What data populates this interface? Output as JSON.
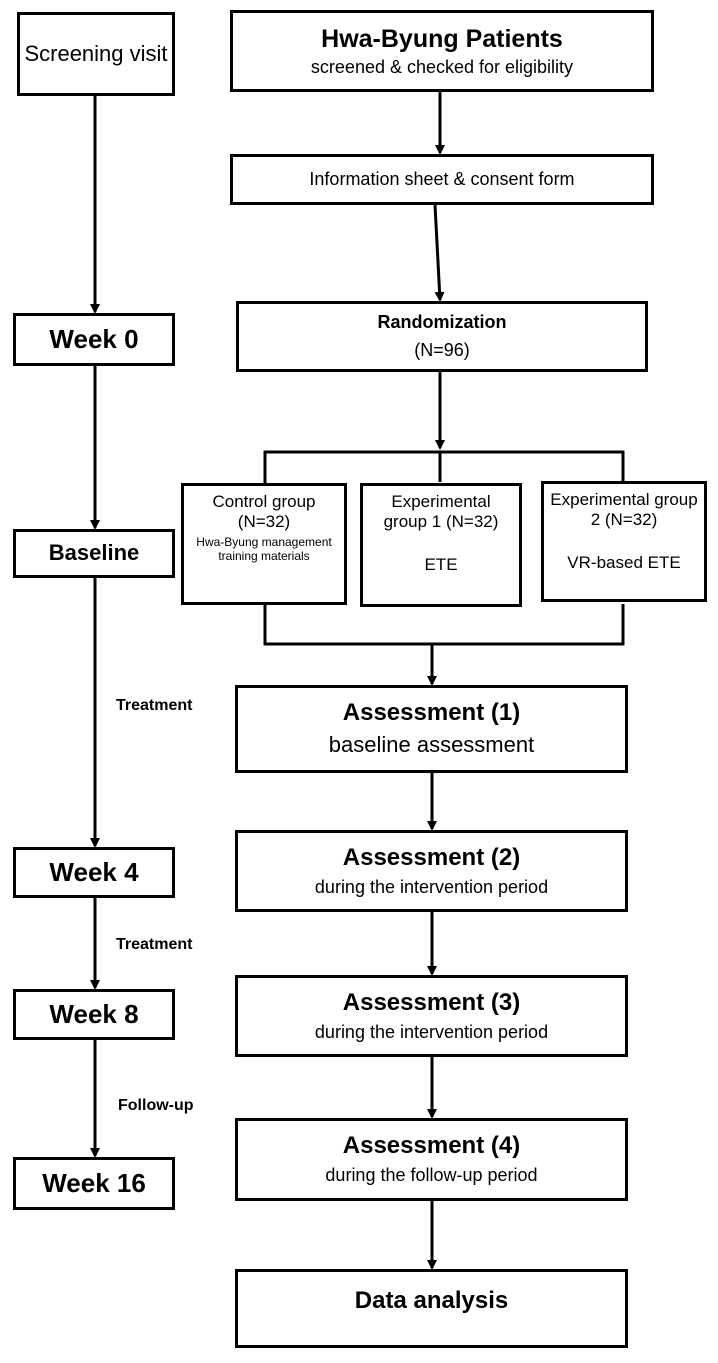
{
  "timeline": {
    "screening": "Screening visit",
    "week0": "Week 0",
    "baseline": "Baseline",
    "week4": "Week 4",
    "week8": "Week 8",
    "week16": "Week 16",
    "treatment1": "Treatment",
    "treatment2": "Treatment",
    "followup": "Follow-up"
  },
  "flow": {
    "patients": {
      "title": "Hwa-Byung Patients",
      "subtitle": "screened & checked for eligibility"
    },
    "consent": "Information sheet & consent form",
    "randomization": {
      "title": "Randomization",
      "subtitle": "(N=96)"
    },
    "control": {
      "title": "Control group (N=32)",
      "detail": "Hwa-Byung management training materials"
    },
    "exp1": {
      "title": "Experimental group 1 (N=32)",
      "detail": "ETE"
    },
    "exp2": {
      "title": "Experimental group 2 (N=32)",
      "detail": "VR-based ETE"
    },
    "assess1": {
      "title": "Assessment (1)",
      "subtitle": "baseline assessment"
    },
    "assess2": {
      "title": "Assessment (2)",
      "subtitle": "during the intervention period"
    },
    "assess3": {
      "title": "Assessment (3)",
      "subtitle": "during the intervention period"
    },
    "assess4": {
      "title": "Assessment (4)",
      "subtitle": "during the follow-up period"
    },
    "analysis": "Data analysis"
  }
}
